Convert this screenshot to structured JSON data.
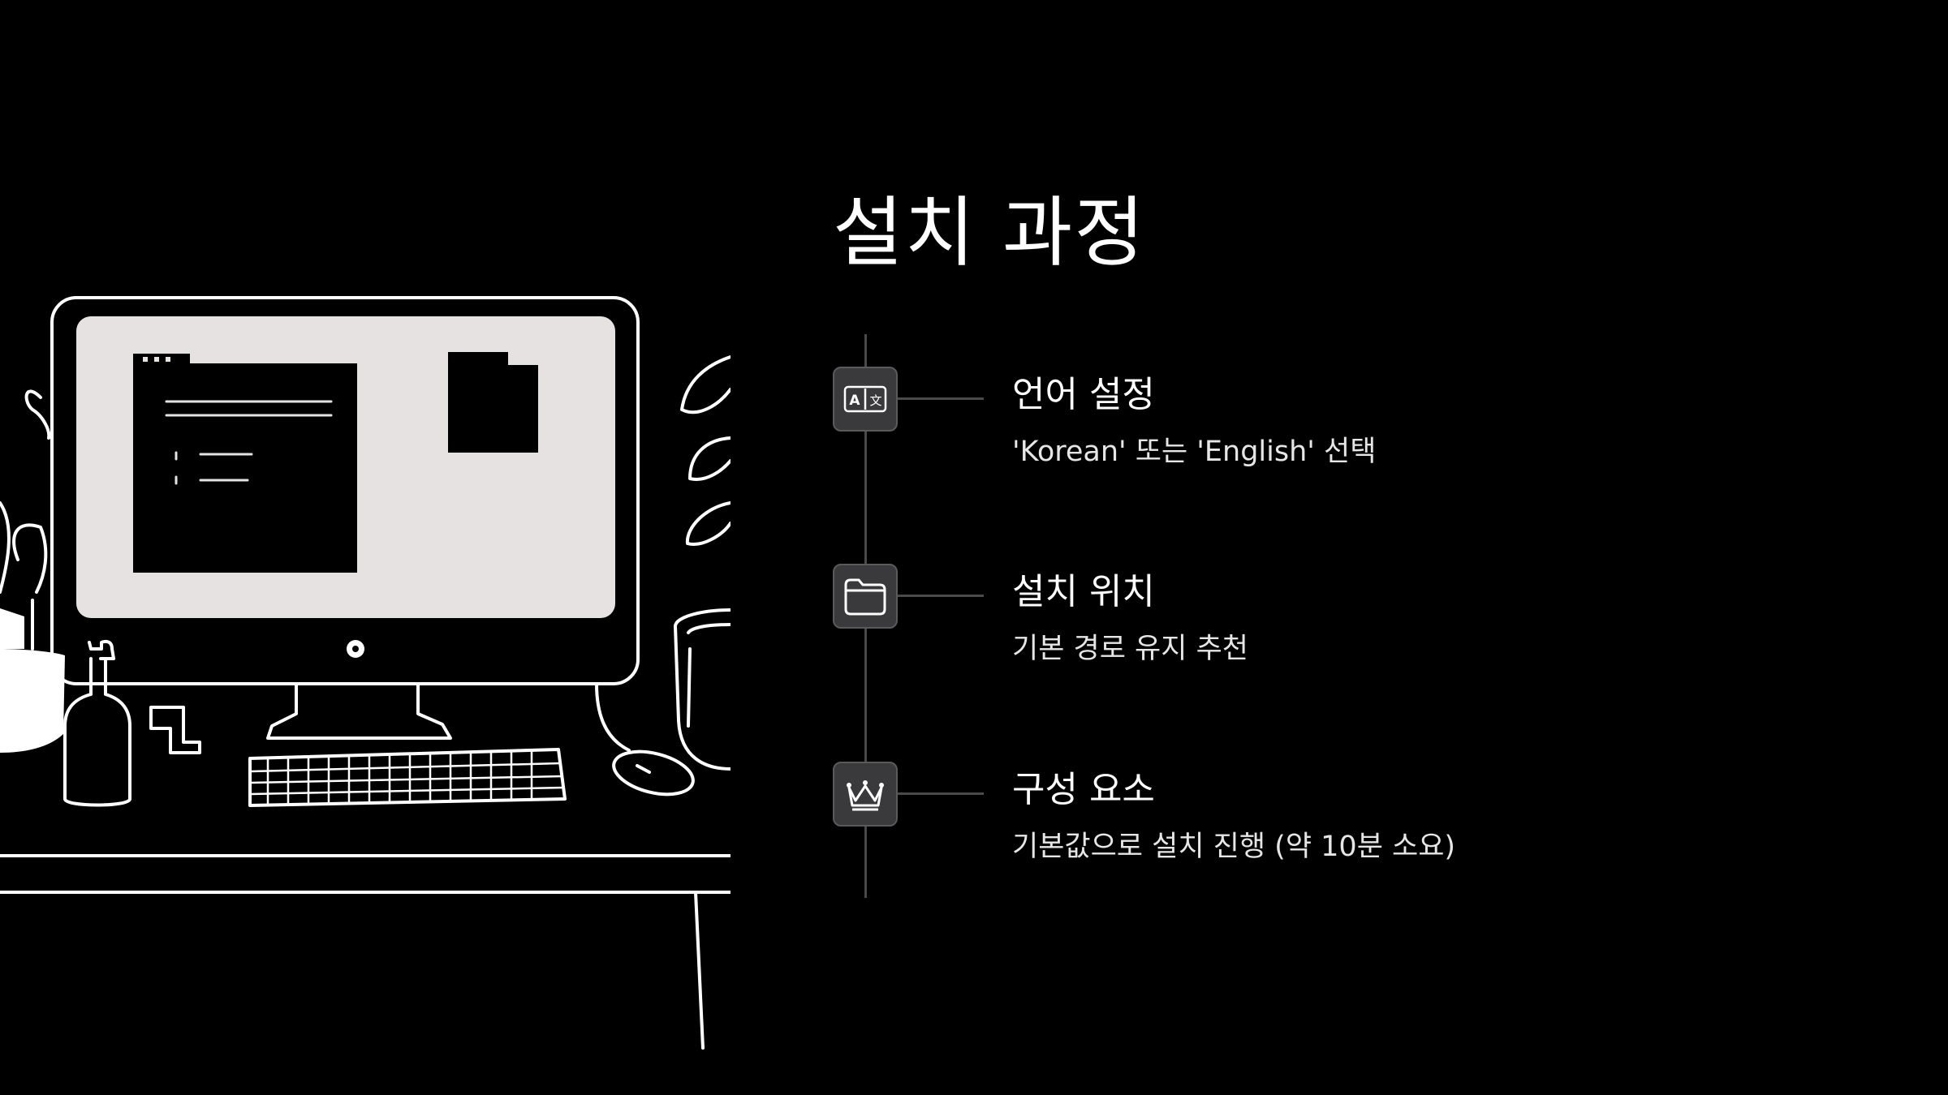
{
  "slide": {
    "title": "설치 과정",
    "steps": [
      {
        "icon": "translate-icon",
        "title": "언어 설정",
        "description": "'Korean' 또는 'English' 선택"
      },
      {
        "icon": "folder-icon",
        "title": "설치 위치",
        "description": "기본 경로 유지 추천"
      },
      {
        "icon": "crown-icon",
        "title": "구성 요소",
        "description": "기본값으로 설치 진행 (약 10분 소요)"
      }
    ]
  },
  "colors": {
    "background": "#000000",
    "text": "#ffffff",
    "icon_box": "#3a3a3c",
    "line": "#4a4a4a",
    "screen": "#e6e2e2"
  }
}
